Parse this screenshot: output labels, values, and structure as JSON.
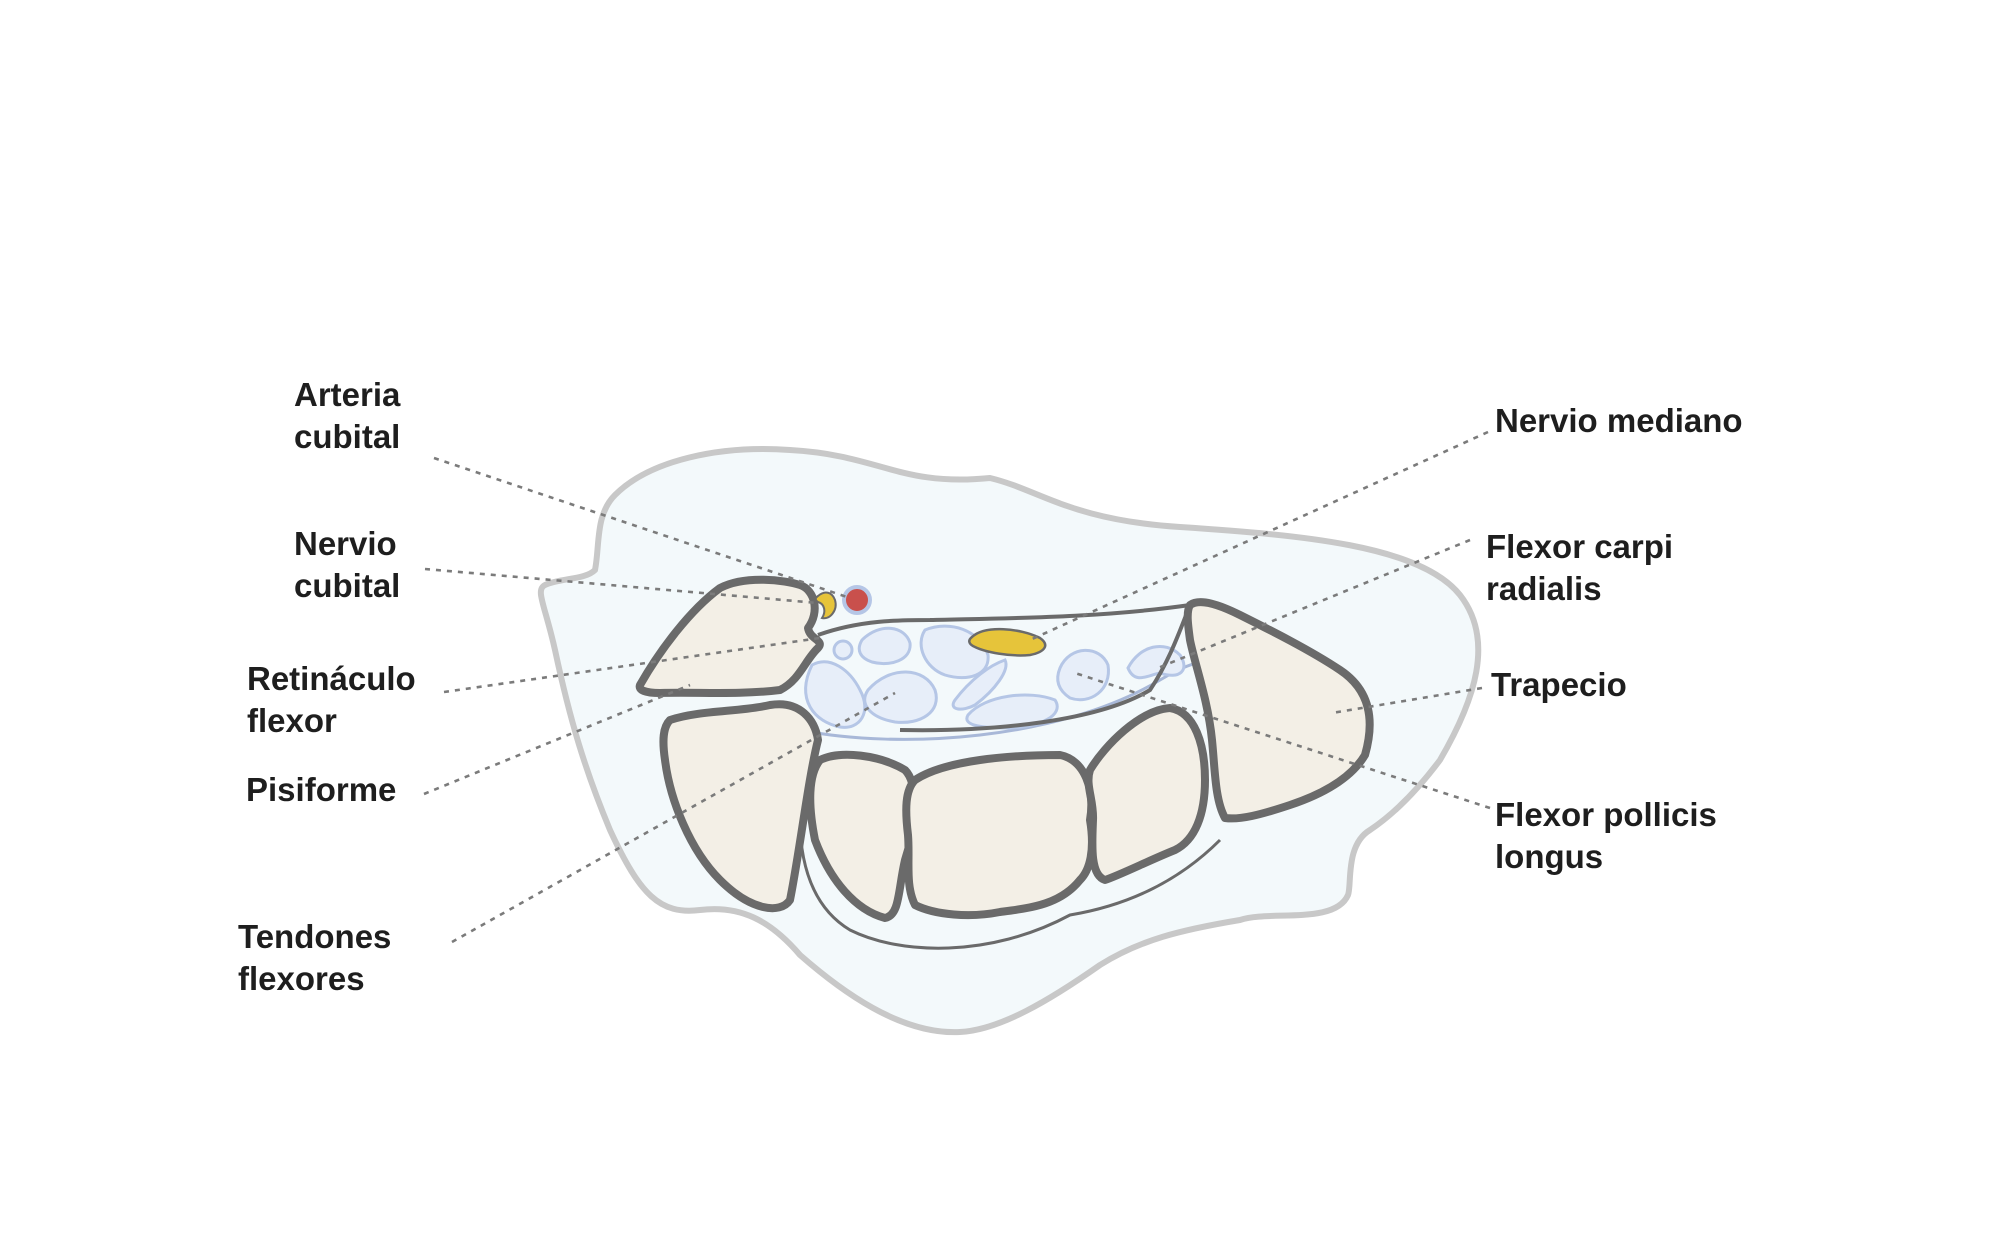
{
  "labels": {
    "arteria_cubital": [
      "Arteria",
      "cubital"
    ],
    "nervio_cubital": [
      "Nervio",
      "cubital"
    ],
    "retinaculo_flexor": [
      "Retináculo",
      "flexor"
    ],
    "pisiforme": [
      "Pisiforme"
    ],
    "tendones_flexores": [
      "Tendones",
      "flexores"
    ],
    "nervio_mediano": [
      "Nervio mediano"
    ],
    "flexor_carpi_radialis": [
      "Flexor carpi",
      "radialis"
    ],
    "trapecio": [
      "Trapecio"
    ],
    "flexor_pollicis_longus": [
      "Flexor pollicis",
      "longus"
    ]
  },
  "colors": {
    "skin_fill": "#f3f9fb",
    "skin_outline": "#c8c8c8",
    "bone_fill": "#f3efe6",
    "bone_outline": "#6a6a6a",
    "tendon_fill": "#e7eef9",
    "tendon_outline": "#b5c6e6",
    "nerve": "#e6c43a",
    "artery": "#c9504c",
    "label_text": "#1e1e1e",
    "leader_line": "#7b7b7b"
  }
}
